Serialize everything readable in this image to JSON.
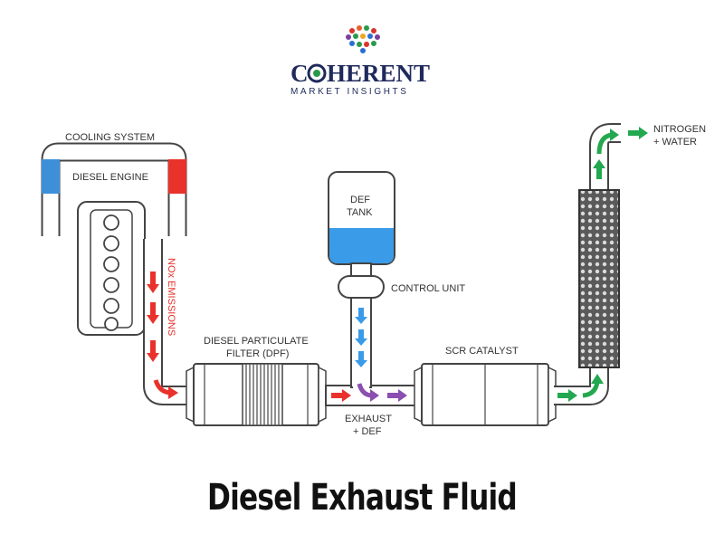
{
  "brand": {
    "name_left": "C",
    "name_right": "HERENT",
    "tagline": "MARKET INSIGHTS"
  },
  "diagram": {
    "cooling_system": "COOLING SYSTEM",
    "diesel_engine": "DIESEL ENGINE",
    "nox_emissions": "NOx EMISSIONS",
    "dpf_line1": "DIESEL PARTICULATE",
    "dpf_line2": "FILTER (DPF)",
    "def_tank_line1": "DEF",
    "def_tank_line2": "TANK",
    "control_unit": "CONTROL UNIT",
    "exhaust_line1": "EXHAUST",
    "exhaust_line2": "+ DEF",
    "scr_catalyst": "SCR CATALYST",
    "output_line1": "NITROGEN",
    "output_line2": "+ WATER"
  },
  "colors": {
    "nox_red": "#e8322b",
    "def_blue": "#3a9be8",
    "mix_purple": "#8a4fb0",
    "clean_green": "#23a84f",
    "coolant_blue": "#3d8fd8"
  },
  "title": "Diesel Exhaust Fluid"
}
